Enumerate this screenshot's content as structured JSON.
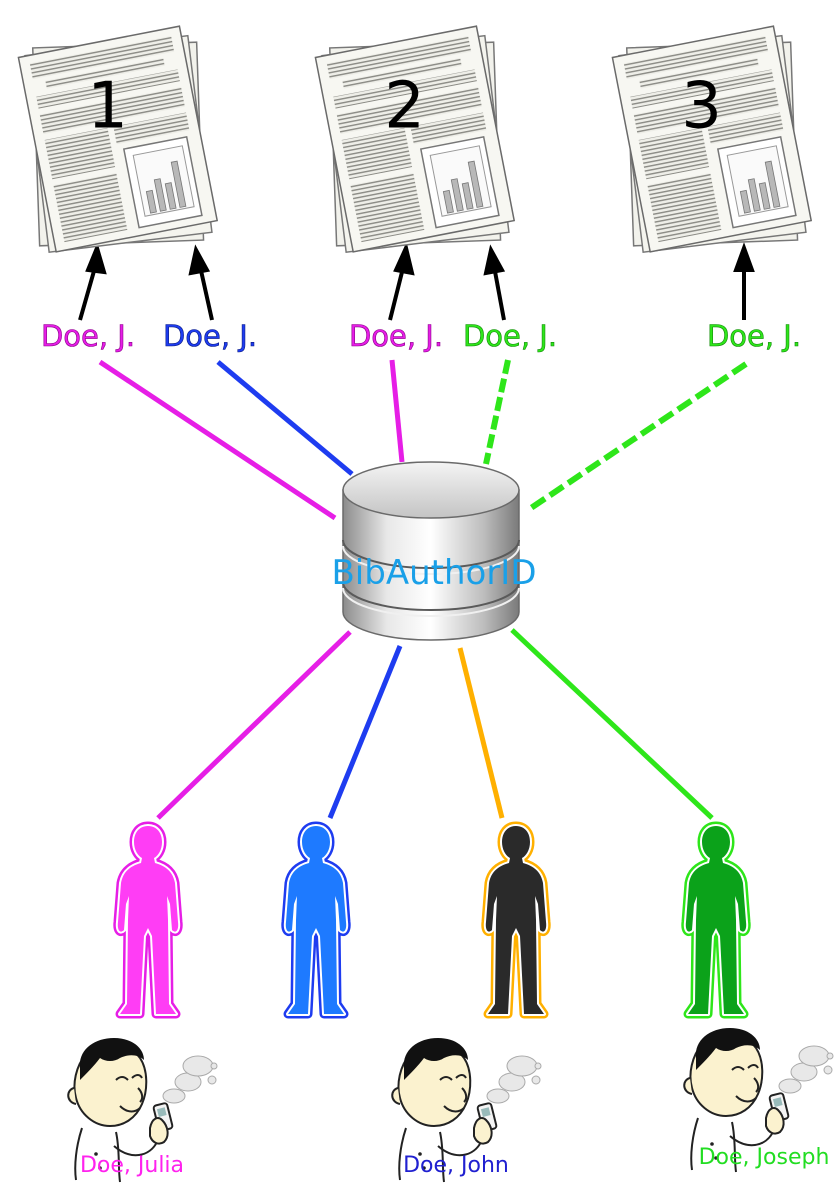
{
  "colors": {
    "magenta": "#e61ee6",
    "blue": "#1e3cf0",
    "green": "#2ee61a",
    "orange": "#ffb000",
    "db_label": "#1aa0e8",
    "name_magenta": "#ff22ee",
    "name_blue": "#2020d0",
    "name_green": "#22dd22",
    "person_pink": "#ff3df5",
    "person_blue": "#1e7aff",
    "person_dark": "#2a2a2a",
    "person_green": "#0ba21a"
  },
  "papers": [
    {
      "number": "1"
    },
    {
      "number": "2"
    },
    {
      "number": "3"
    }
  ],
  "author_labels": [
    {
      "text": "Doe, J.",
      "color": "magenta"
    },
    {
      "text": "Doe, J.",
      "color": "blue"
    },
    {
      "text": "Doe, J.",
      "color": "magenta"
    },
    {
      "text": "Doe, J.",
      "color": "green"
    },
    {
      "text": "Doe, J.",
      "color": "green"
    }
  ],
  "database": {
    "label": "BibAuthorID",
    "icon": "database-icon"
  },
  "people": [
    {
      "icon": "person-silhouette-icon",
      "fill": "person_pink"
    },
    {
      "icon": "person-silhouette-icon",
      "fill": "person_blue"
    },
    {
      "icon": "person-silhouette-icon",
      "fill": "person_dark"
    },
    {
      "icon": "person-silhouette-icon",
      "fill": "person_green"
    }
  ],
  "named_people": [
    {
      "name": "Doe, Julia",
      "color": "name_magenta",
      "icon": "cartoon-person-icon"
    },
    {
      "name": "Doe, John",
      "color": "name_blue",
      "icon": "cartoon-person-icon"
    },
    {
      "name": "Doe, Joseph",
      "color": "name_green",
      "icon": "cartoon-person-icon"
    }
  ]
}
